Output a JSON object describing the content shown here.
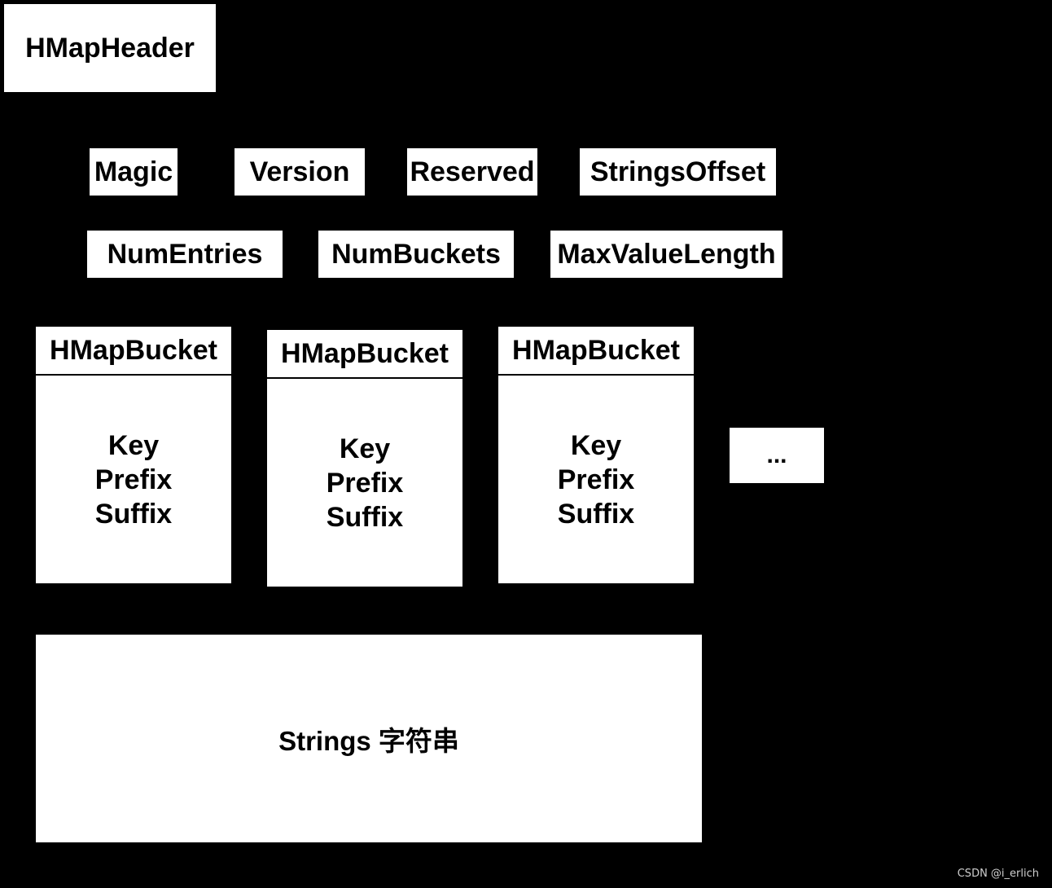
{
  "header": {
    "title": "HMapHeader"
  },
  "header_fields_row1": [
    "Magic",
    "Version",
    "Reserved",
    "StringsOffset"
  ],
  "header_fields_row2": [
    "NumEntries",
    "NumBuckets",
    "MaxValueLength"
  ],
  "buckets": [
    {
      "title": "HMapBucket",
      "fields": [
        "Key",
        "Prefix",
        "Suffix"
      ]
    },
    {
      "title": "HMapBucket",
      "fields": [
        "Key",
        "Prefix",
        "Suffix"
      ]
    },
    {
      "title": "HMapBucket",
      "fields": [
        "Key",
        "Prefix",
        "Suffix"
      ]
    }
  ],
  "more_buckets": "...",
  "strings": {
    "label": "Strings 字符串"
  },
  "watermark": "CSDN @i_erlich",
  "colors": {
    "background": "#000000",
    "box": "#ffffff",
    "text": "#000000"
  }
}
